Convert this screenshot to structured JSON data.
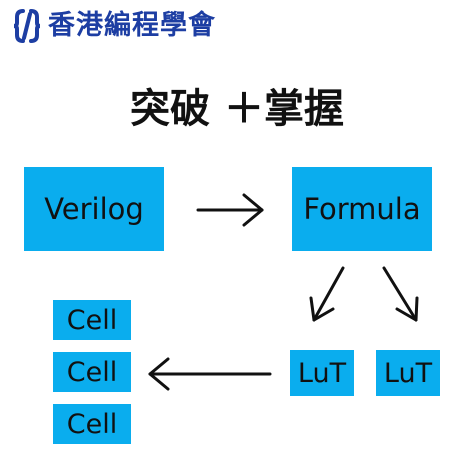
{
  "header": {
    "logo_icon": "code-brackets-icon",
    "org_name": "香港編程學會",
    "brand_color": "#1d3ea3"
  },
  "title": "突破 ＋掌握",
  "nodes": {
    "verilog": "Verilog",
    "formula": "Formula",
    "lut_left": "LuT",
    "lut_right": "LuT",
    "cells": [
      "Cell",
      "Cell",
      "Cell"
    ]
  },
  "colors": {
    "box_fill": "#0aadee",
    "text": "#111111",
    "arrow": "#111111"
  }
}
